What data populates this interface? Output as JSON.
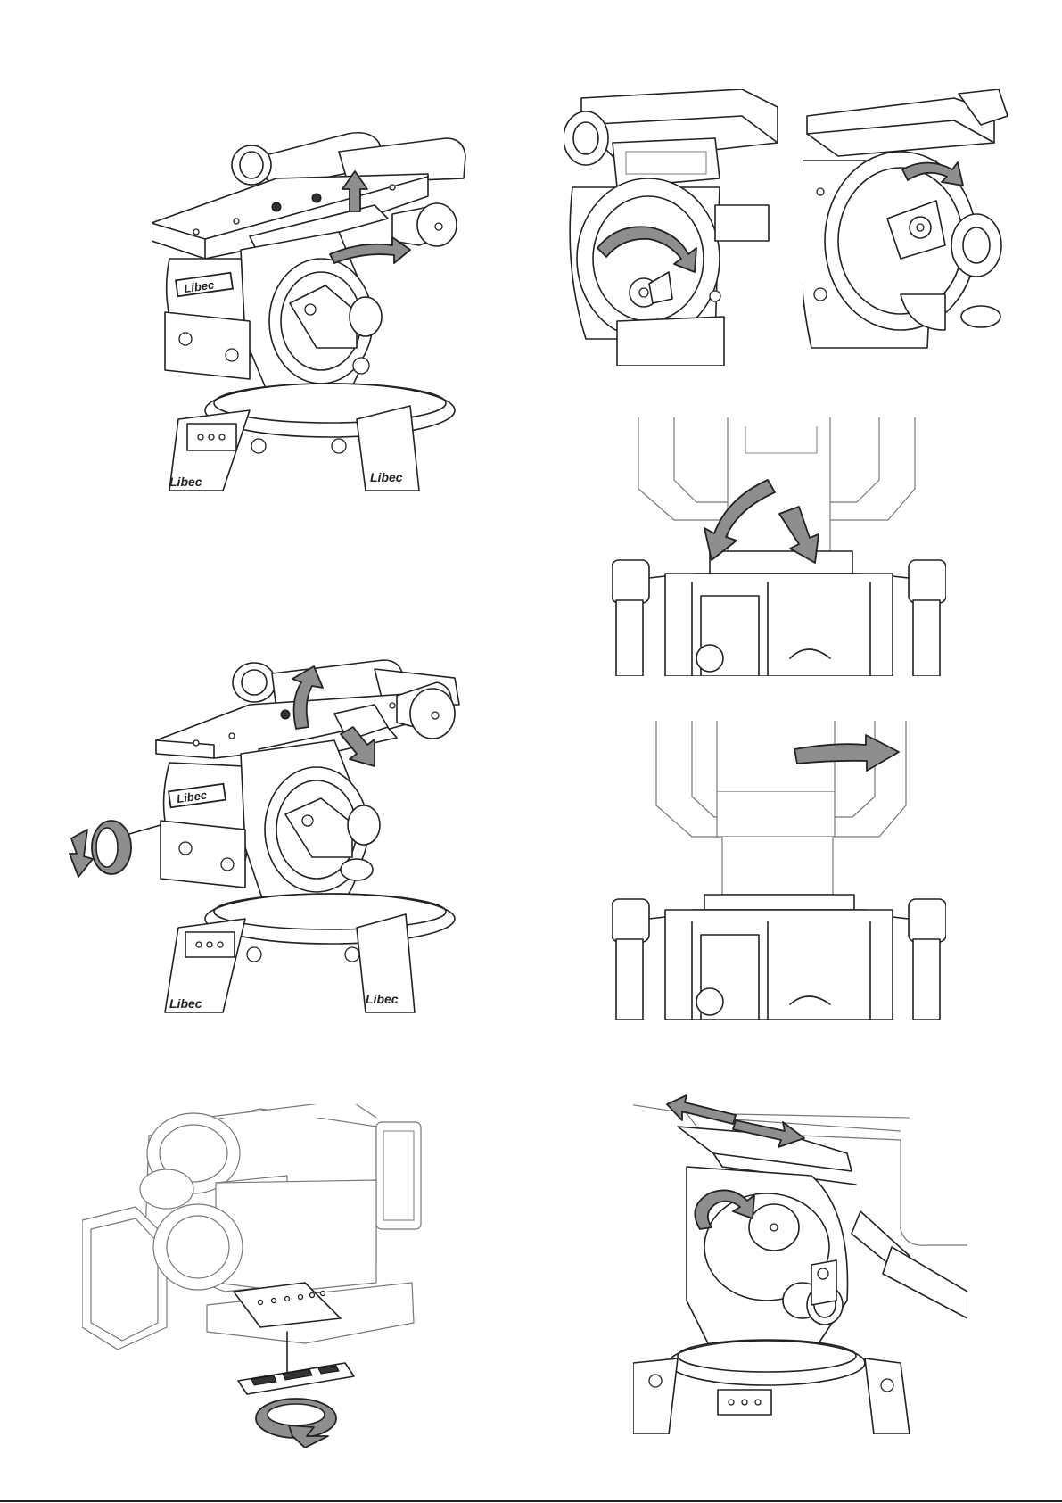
{
  "brand_marks": {
    "head_badge": "Libec",
    "leg_badge": "Libec"
  },
  "colors": {
    "line": "#222222",
    "arrow_fill": "#8e8e8e",
    "ghost_line": "#888888",
    "background": "#ffffff"
  },
  "icons": {
    "arrows": "curved-gray-arrow",
    "rotation": "rotate-arrow-icon"
  }
}
